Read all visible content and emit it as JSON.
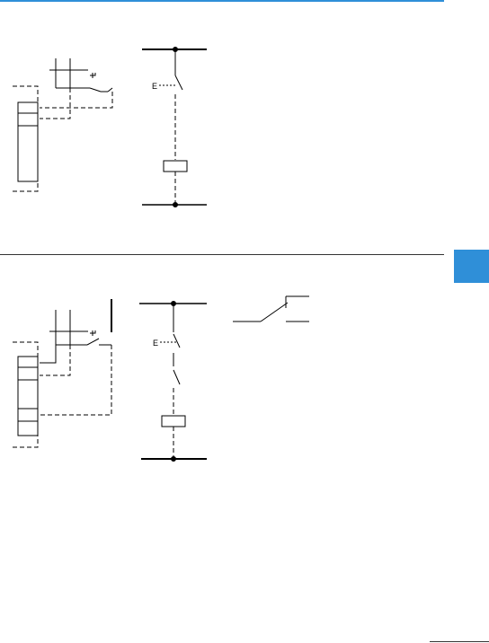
{
  "page": {
    "accent_color": "#2f8fd8",
    "line_color": "#000000"
  },
  "diagram_top": {
    "switch_label": "E",
    "push_symbol": "E"
  },
  "diagram_bottom": {
    "switch_label": "E",
    "push_symbol": "E"
  },
  "side_tab": {
    "icon": "section-tab"
  }
}
